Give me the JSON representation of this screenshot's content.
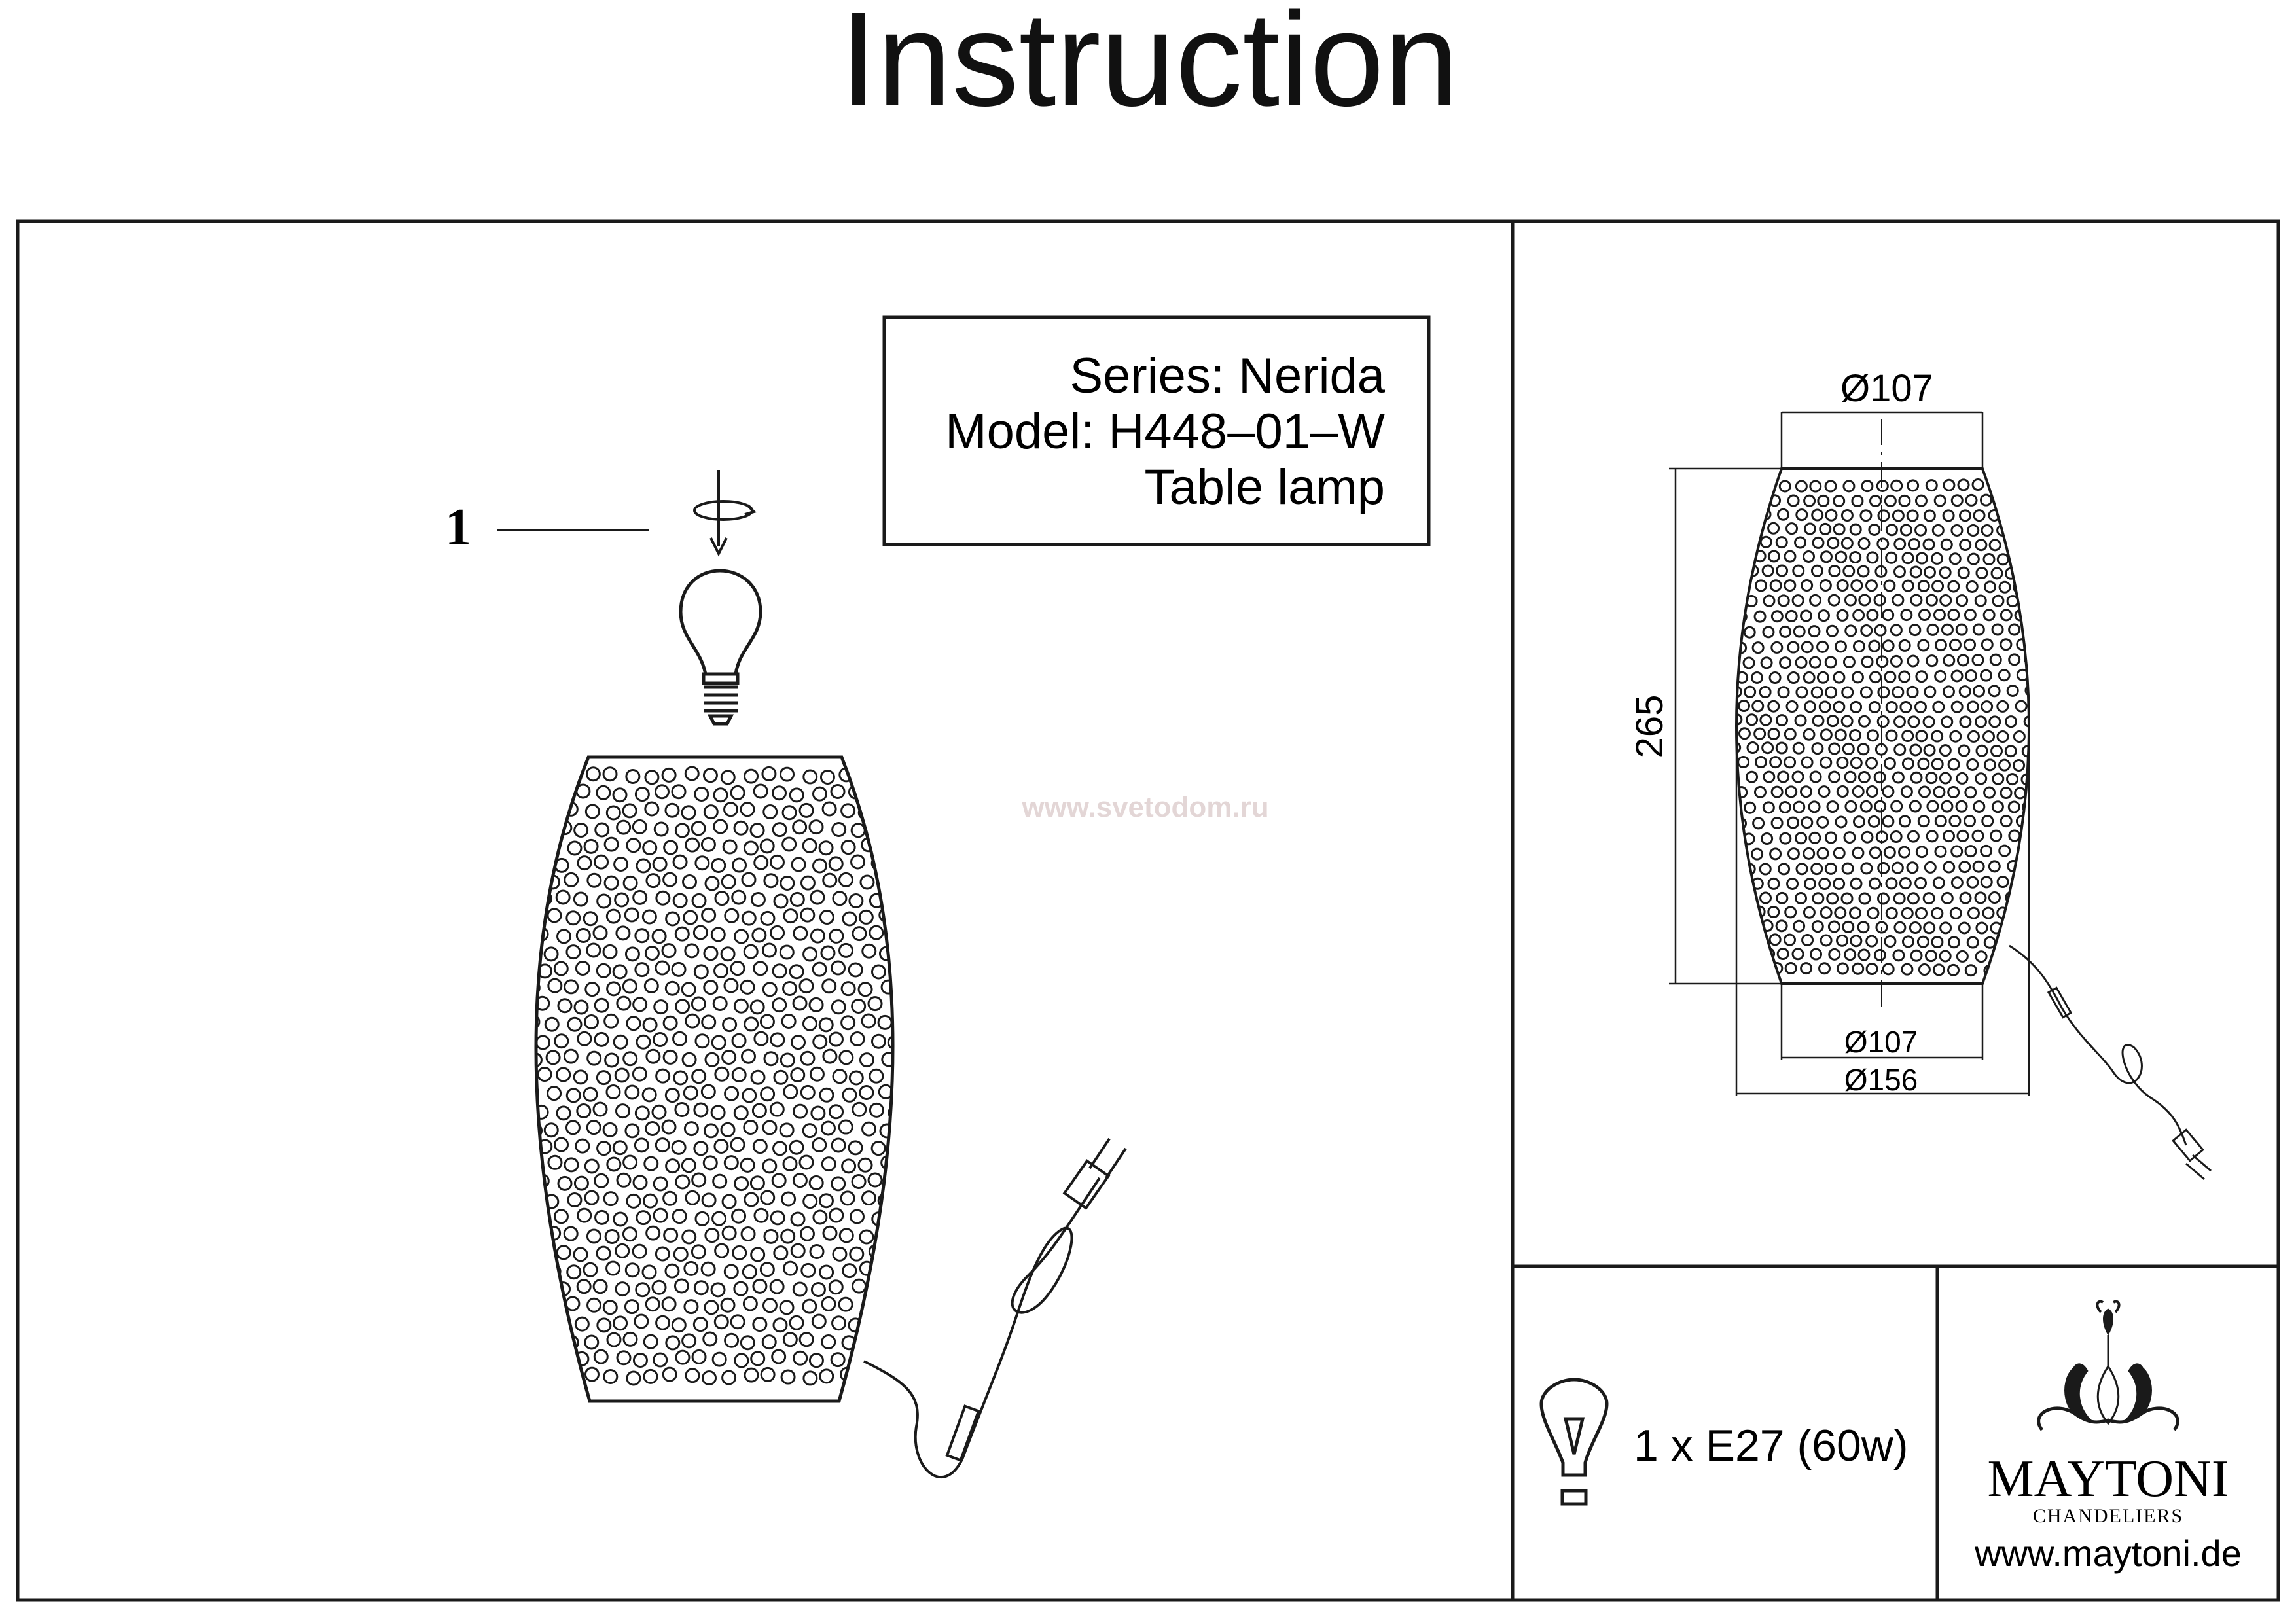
{
  "title": "Instruction",
  "info_box": {
    "series": "Series: Nerida",
    "model": "Model: H448–01–W",
    "type": "Table lamp"
  },
  "step_label": "1",
  "watermark": "www.svetodom.ru",
  "dimensions": {
    "top_diameter": "Ø107",
    "height": "265",
    "base_diameter": "Ø107",
    "max_diameter": "Ø156"
  },
  "bulb_spec": "1 x E27 (60w)",
  "brand": {
    "name": "MAYTONI",
    "tagline": "CHANDELIERS",
    "website": "www.maytoni.de"
  },
  "colors": {
    "line": "#1a1a1a",
    "watermark": "#e3d6d6"
  }
}
